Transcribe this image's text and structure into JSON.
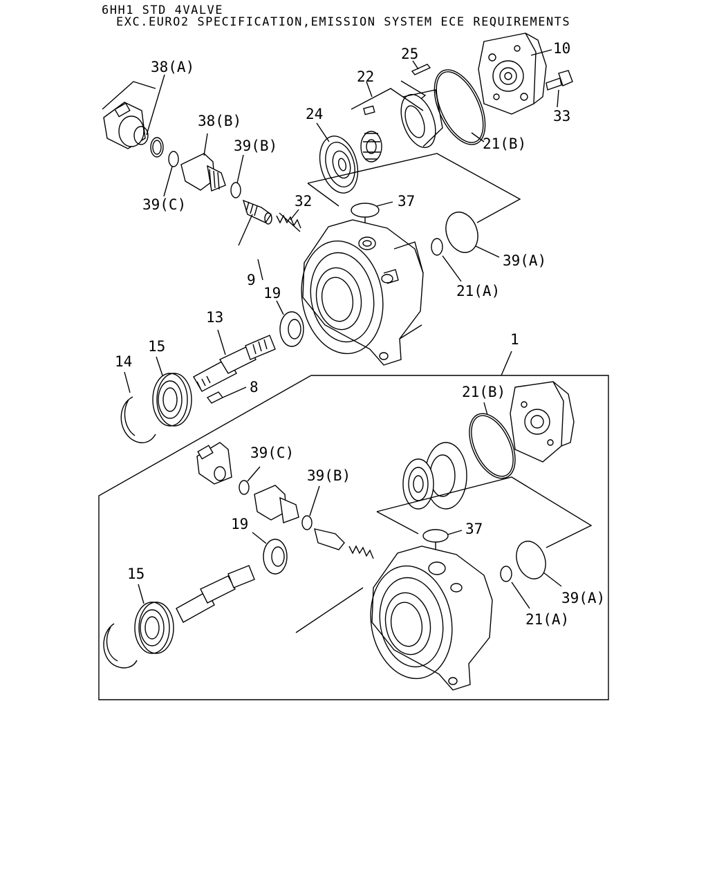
{
  "header": {
    "model_line": "6HH1 STD 4VALVE",
    "spec_line": "EXC.EURO2 SPECIFICATION,EMISSION SYSTEM ECE REQUIREMENTS"
  },
  "callouts": {
    "c10": "10",
    "c25": "25",
    "c33": "33",
    "c22": "22",
    "c24": "24",
    "c38a": "38(A)",
    "c38b": "38(B)",
    "c39b_top": "39(B)",
    "c39c_top": "39(C)",
    "c21b_top": "21(B)",
    "c37_top": "37",
    "c32": "32",
    "c9": "9",
    "c39a_top": "39(A)",
    "c21a_top": "21(A)",
    "c19_top": "19",
    "c13": "13",
    "c15_top": "15",
    "c14": "14",
    "c8": "8",
    "c1": "1",
    "c21b_bot": "21(B)",
    "c39c_bot": "39(C)",
    "c39b_bot": "39(B)",
    "c37_bot": "37",
    "c19_bot": "19",
    "c15_bot": "15",
    "c39a_bot": "39(A)",
    "c21a_bot": "21(A)"
  }
}
